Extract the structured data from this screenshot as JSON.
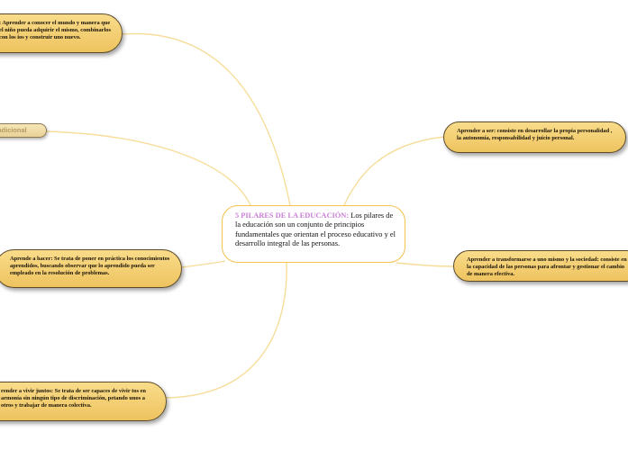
{
  "center": {
    "title": "5 PILARES DE LA EDUCACIÓN:",
    "text": " Los pilares de la educación son un conjunto de principios fundamentales que orientan el proceso educativo y el desarrollo integral de las personas."
  },
  "extra_label": "n adicional",
  "nodes": [
    {
      "id": "conocer",
      "text": ": Aprender a conocer el mundo y manera que el niño pueda adquirir el mismo, combinarlos con los ios y construir uno nuevo."
    },
    {
      "id": "ser",
      "text": "Aprender a ser: consiste en desarrollar la propia personalidad , la autonomía, responsabilidad y juicio personal."
    },
    {
      "id": "hacer",
      "text": "Aprende a hacer: Se trata de poner en práctica los conocimientos aprendidos, buscando observar que lo aprendido pueda ser empleado en la resolución de problemas."
    },
    {
      "id": "transformarse",
      "text": "Aprender a transformarse a uno mismo y la sociedad: consiste en la capacidad de las personas para afrontar y gestionar el cambio de manera efectiva."
    },
    {
      "id": "convivir",
      "text": "render a vivir juntos: Se trata de ser capaces de vivir tos en armonía sin ningún tipo de discriminación, petando unos a otros y trabajar de manera colectiva."
    }
  ],
  "colors": {
    "connector": "#f6dd9a",
    "node_fill": "#f2cc6a",
    "center_border": "#f2c24c",
    "title": "#c97fd6"
  }
}
